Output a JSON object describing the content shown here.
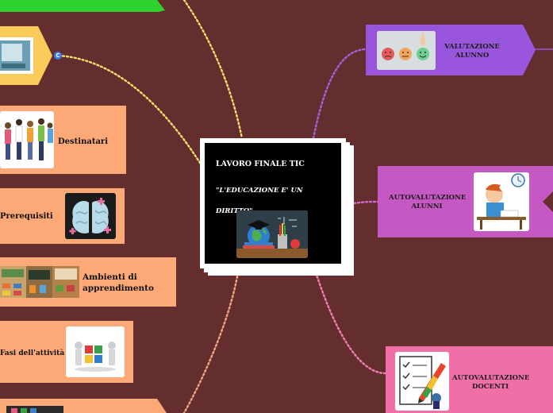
{
  "center": {
    "title": "LAVORO FINALE TIC",
    "subtitle": "\"L'EDUCAZIONE E' UN DIRITTO\""
  },
  "left_nodes": [
    {
      "label": "Destinatari"
    },
    {
      "label": "Prerequisiti"
    },
    {
      "label": "Ambienti di apprendimento"
    },
    {
      "label": "Fasi dell'attività"
    }
  ],
  "right_nodes": [
    {
      "label": "VALUTAZIONE ALUNNO"
    },
    {
      "label": "AUTOVALUTAZIONE ALUNNI"
    },
    {
      "label": "AUTOVALUTAZIONE DOCENTI"
    }
  ],
  "badge": {
    "text": "C"
  },
  "colors": {
    "background": "#642e2e",
    "salmon": "#fda877",
    "yellow": "#fbcb5a",
    "green": "#2ed12e",
    "purple": "#9a55dd",
    "magenta": "#c558c3",
    "pink": "#ef6fa6",
    "link_yellow": "#f5e26b",
    "link_salmon": "#f3a57d"
  }
}
